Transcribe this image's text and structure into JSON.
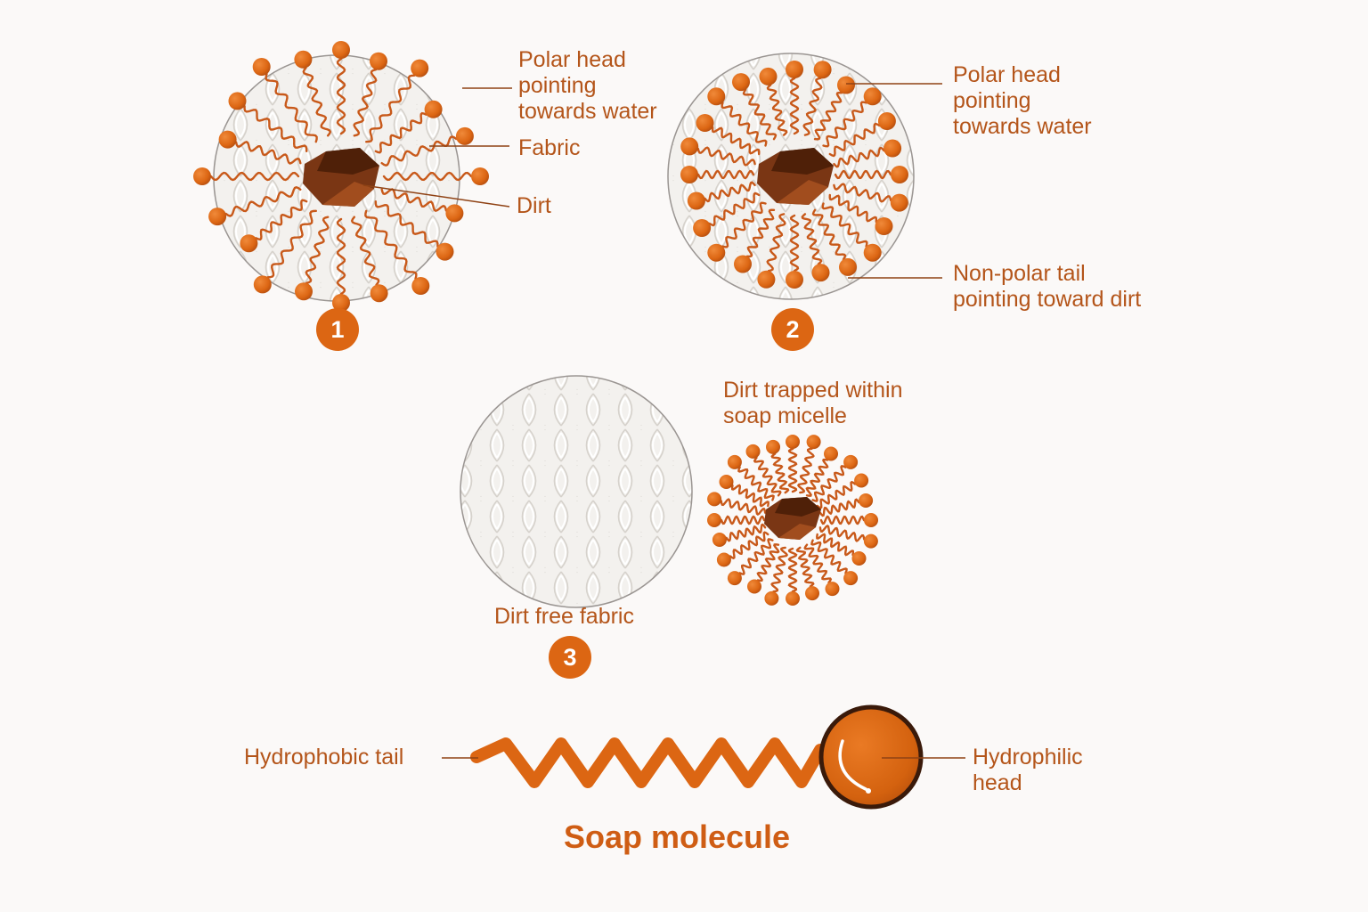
{
  "panels": [
    {
      "step": "1",
      "labels": {
        "polar_head": "Polar head\npointing\ntowards water",
        "fabric": "Fabric",
        "dirt": "Dirt"
      }
    },
    {
      "step": "2",
      "labels": {
        "polar_head": "Polar head\npointing\ntowards water",
        "non_polar_tail": "Non-polar tail\npointing toward dirt"
      }
    },
    {
      "step": "3",
      "labels": {
        "micelle": "Dirt trapped within\nsoap micelle",
        "clean_fabric": "Dirt free fabric"
      }
    }
  ],
  "molecule": {
    "tail_label": "Hydrophobic tail",
    "head_label": "Hydrophilic\nhead",
    "title": "Soap molecule"
  },
  "colors": {
    "accent": "#dc6613",
    "text": "#b4551a",
    "dirt": "#7a3614",
    "fabric": "#f1efec",
    "background": "#fbf9f8"
  }
}
